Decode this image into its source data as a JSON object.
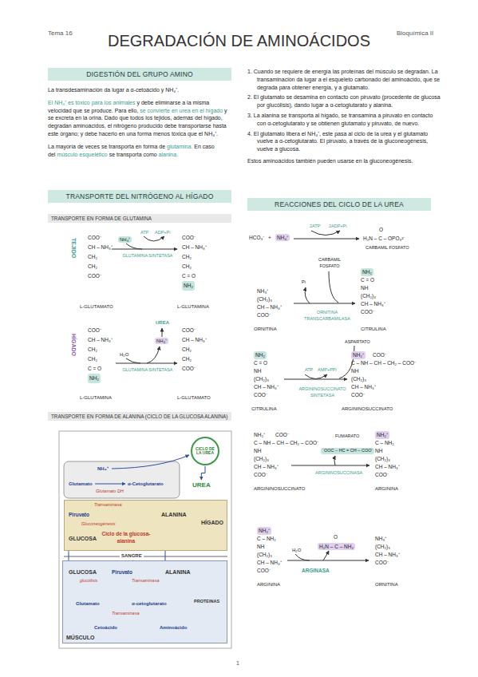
{
  "diagram": {
    "title": "DEGRADACIÓN DE AMINOÁCIDOS",
    "nodes": [
      {
        "text": [
          "DIGESTIÓN DEL GRUPO AMINO"
        ]
      },
      {
        "text": [
          "TRANSPORTE DEL NITRÓGENO AL HÍGADO"
        ]
      },
      {
        "text": [
          "TRANSPORTE EN FORMA DE GLUTAMINA"
        ]
      },
      {
        "text": [
          "TRANSPORTE EN FORMA DE ALANINA (CICLO DE LA GLUCOSA ALANINA)"
        ]
      },
      {
        "text": [
          "CICLO DE LA UREA"
        ]
      },
      {
        "text": [
          "UREA"
        ]
      },
      {
        "text": [
          "HÍGADO"
        ]
      },
      {
        "text": [
          "GLUCOSA"
        ],
        "in": 6
      },
      {
        "text": [
          "ALANINA"
        ],
        "in": 6
      },
      {
        "text": [
          "MÚSCULO"
        ]
      },
      {
        "text": [
          "GLUCOSA"
        ],
        "in": 9
      },
      {
        "text": [
          "ALANINA"
        ],
        "in": 9
      },
      {
        "text": [
          "REACCIONES DEL CICLO DE LA UREA"
        ]
      }
    ],
    "edges": [
      {
        "from": 4,
        "to": 5,
        "arrow": "to"
      },
      {
        "from": 7,
        "to": 10,
        "arrow": "to"
      },
      {
        "from": 11,
        "to": 8,
        "arrow": "to"
      }
    ],
    "labels": [
      "Tema 16",
      "Bioquímica II",
      "La transdesaminación da lugar a α-cetoácido y NH₄⁺.",
      "El NH₄⁺ es tóxico para los animales",
      "y debe eliminarse a la misma velocidad que se produce. Para ello,",
      "se convierte en urea en el hígado",
      "y se excreta en la orina. Dado que todos los tejidos, además del hígado, degradan aminoácidos, el nitrógeno producido debe transportarse hasta este órgano; y debe hacerlo en una forma menos tóxica que el NH₄⁺.",
      "La mayoría de veces se transporta en forma de",
      "glutamina.",
      "En caso del",
      "músculo esquelético",
      "se transporta como",
      "alanina.",
      "TEJIDO",
      "COO⁻",
      "CH – NH₃⁺",
      "CH₂",
      "CH₂",
      "COO⁻",
      "L-GLUTAMATO",
      "NH₄⁺",
      "ATP",
      "ADP+Pi",
      "GLUTAMINA SINTETASA",
      "COO⁻",
      "CH – NH₃⁺",
      "CH₂",
      "CH₂",
      "C = O",
      "NH₂",
      "L-GLUTAMINA",
      "HÍGADO",
      "COO⁻",
      "CH – NH₃⁺",
      "CH₂",
      "CH₂",
      "C = O",
      "NH₂",
      "L-GLUTAMINA",
      "UREA",
      "NH₄⁺",
      "H₂O",
      "GLUTAMINA SINTETASA",
      "COO⁻",
      "CH – NH₃⁺",
      "CH₂",
      "CH₂",
      "COO⁻",
      "L-GLUTAMATO",
      "NH₄⁺",
      "Glutamato",
      "α-Cetoglutarato",
      "Glutamato DH",
      "Transaminasa",
      "Piruvato",
      "Gluconeogénesis",
      "Ciclo de la glucosa-alanina",
      "SANGRE",
      "Piruvato",
      "glucólisis",
      "Transaminasa",
      "Glutamato",
      "α-cetoglutarato",
      "PROTEINAS",
      "Transaminasa",
      "Cetoácido",
      "Aminoácido",
      "1.",
      "Cuando se requiere de energía las proteínas del músculo se degradan. La transaminación da lugar a el esqueleto carbonado del aminoácido, que se degrada para obtener energía, y a glutamato.",
      "2.",
      "El glutamato se desamina en contacto con piruvato (procedente de glucosa por glucólisis), dando lugar a α-cetoglutarato y alanina.",
      "3.",
      "La alanina se transporta al hígado, se transamina a piruvato en contacto con α-cetoglutarato y se obtienen glutamato y piruvato, de nuevo.",
      "4.",
      "El glutamato libera el NH₄⁺, este pasa al ciclo de la urea y el glutamato vuelve a α-cetoglutarato. El piruvato, a través de la gluconeogénesis, vuelve a glucosa.",
      "Estos aminoácidos también pueden usarse en la gluconeogénesis.",
      "HCO₃⁻",
      "+",
      "NH₄⁺",
      "2ATP",
      "2ADP+Pi",
      "O",
      "H₂N – C – OPO₃²⁻",
      "CARBAMIL FOSFATO",
      "CARBAMIL FOSFATO",
      "Pi",
      "NH₃⁺",
      "(CH₂)₃",
      "CH – NH₃⁺",
      "COO⁻",
      "ORNITINA",
      "ORNITINA TRANSCARBAMILASA",
      "NH₂",
      "C = O",
      "NH",
      "(CH₂)₃",
      "CH – NH₃⁺",
      "COO⁻",
      "CITRULINA",
      "ASPARTATO",
      "NH₂",
      "C = O",
      "NH",
      "(CH₂)₃",
      "CH – NH₃⁺",
      "COO⁻",
      "CITRULINA",
      "ATP",
      "AMP+PPi",
      "ARGININOSUCCINATO SINTETASA",
      "NH₂⁺",
      "C – NH – CH – CH₂ – COO⁻",
      "NH",
      "(CH₂)₃",
      "CH – NH₃⁺",
      "COO⁻",
      "COO⁻",
      "ARGININOSUCCINATO",
      "NH₂⁺",
      "C – NH – CH – CH₂ – COO⁻",
      "NH",
      "(CH₂)₃",
      "CH – NH₃⁺",
      "COO⁻",
      "COO⁻",
      "ARGININOSUCCINATO",
      "FUMARATO",
      "⁻OOC – HC = CH – COO⁻",
      "ARGININOSUCCINASA",
      "NH₂⁺",
      "C – NH₂",
      "NH",
      "(CH₂)₃",
      "CH – NH₃⁺",
      "COO⁻",
      "ARGININA",
      "NH₂⁺",
      "C – NH₂",
      "NH",
      "(CH₂)₃",
      "CH – NH₃⁺",
      "COO⁻",
      "ARGININA",
      "H₂O",
      "O",
      "H₂N – C – NH₂",
      "ARGINASA",
      "NH₃⁺",
      "(CH₂)₃",
      "CH – NH₃⁺",
      "COO⁻",
      "ORNITINA",
      "1"
    ]
  }
}
